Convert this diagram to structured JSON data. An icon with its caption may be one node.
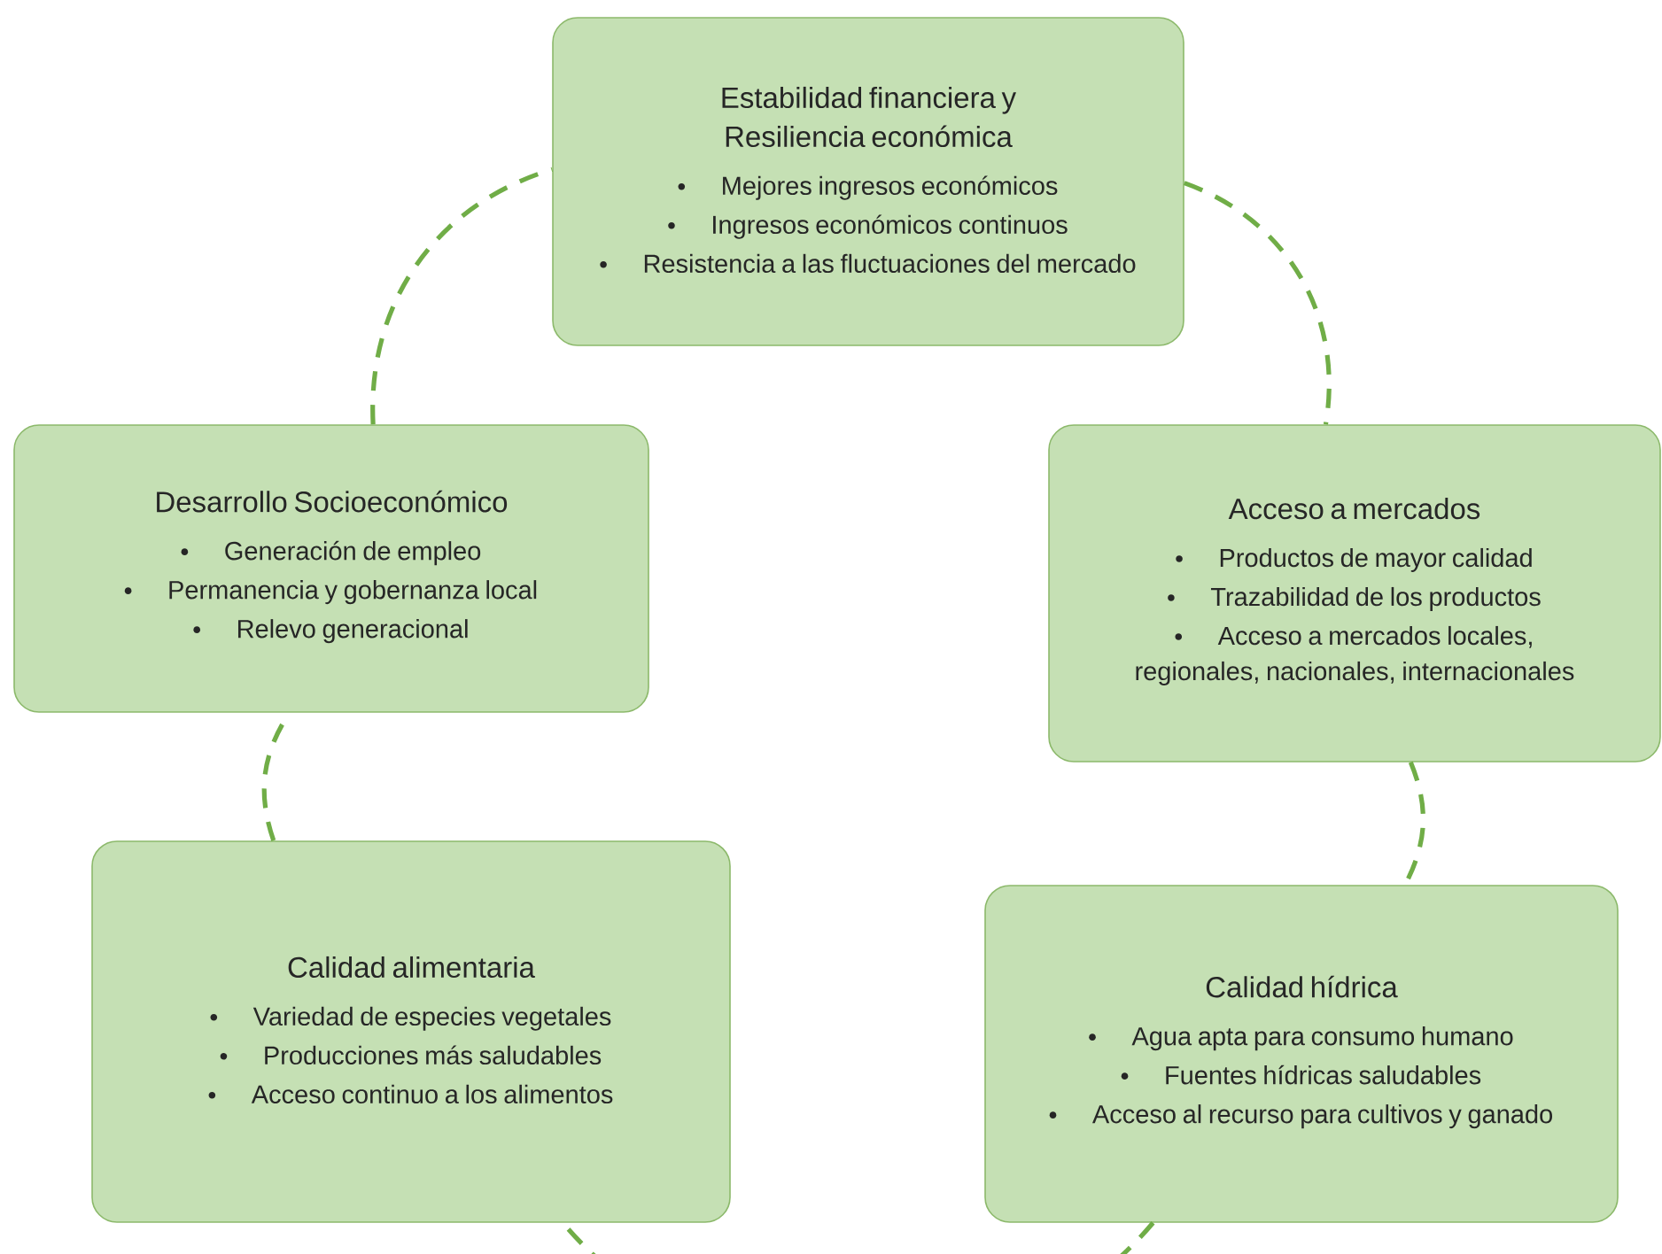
{
  "diagram": {
    "nodes": [
      {
        "text": [
          "Estabilidad financiera y Resiliencia económica",
          "Mejores ingresos económicos",
          "Ingresos económicos continuos",
          "Resistencia a las fluctuaciones del mercado"
        ]
      },
      {
        "text": [
          "Desarrollo Socioeconómico",
          "Generación de empleo",
          "Permanencia y gobernanza local",
          "Relevo generacional"
        ]
      },
      {
        "text": [
          "Acceso a mercados",
          "Productos de mayor calidad",
          "Trazabilidad de los productos",
          "Acceso a mercados locales, regionales, nacionales, internacionales"
        ]
      },
      {
        "text": [
          "Calidad alimentaria",
          "Variedad de especies vegetales",
          "Producciones más saludables",
          "Acceso continuo a los alimentos"
        ]
      },
      {
        "text": [
          "Calidad hídrica",
          "Agua apta para consumo humano",
          "Fuentes hídricas saludables",
          "Acceso al recurso para cultivos y ganado"
        ]
      }
    ],
    "edges": [
      {
        "from": 0,
        "to": 2,
        "arrow": "none",
        "style": "dashed"
      },
      {
        "from": 2,
        "to": 4,
        "arrow": "none",
        "style": "dashed"
      },
      {
        "from": 4,
        "to": 3,
        "arrow": "none",
        "style": "dashed"
      },
      {
        "from": 3,
        "to": 1,
        "arrow": "none",
        "style": "dashed"
      },
      {
        "from": 1,
        "to": 0,
        "arrow": "none",
        "style": "dashed"
      }
    ]
  }
}
